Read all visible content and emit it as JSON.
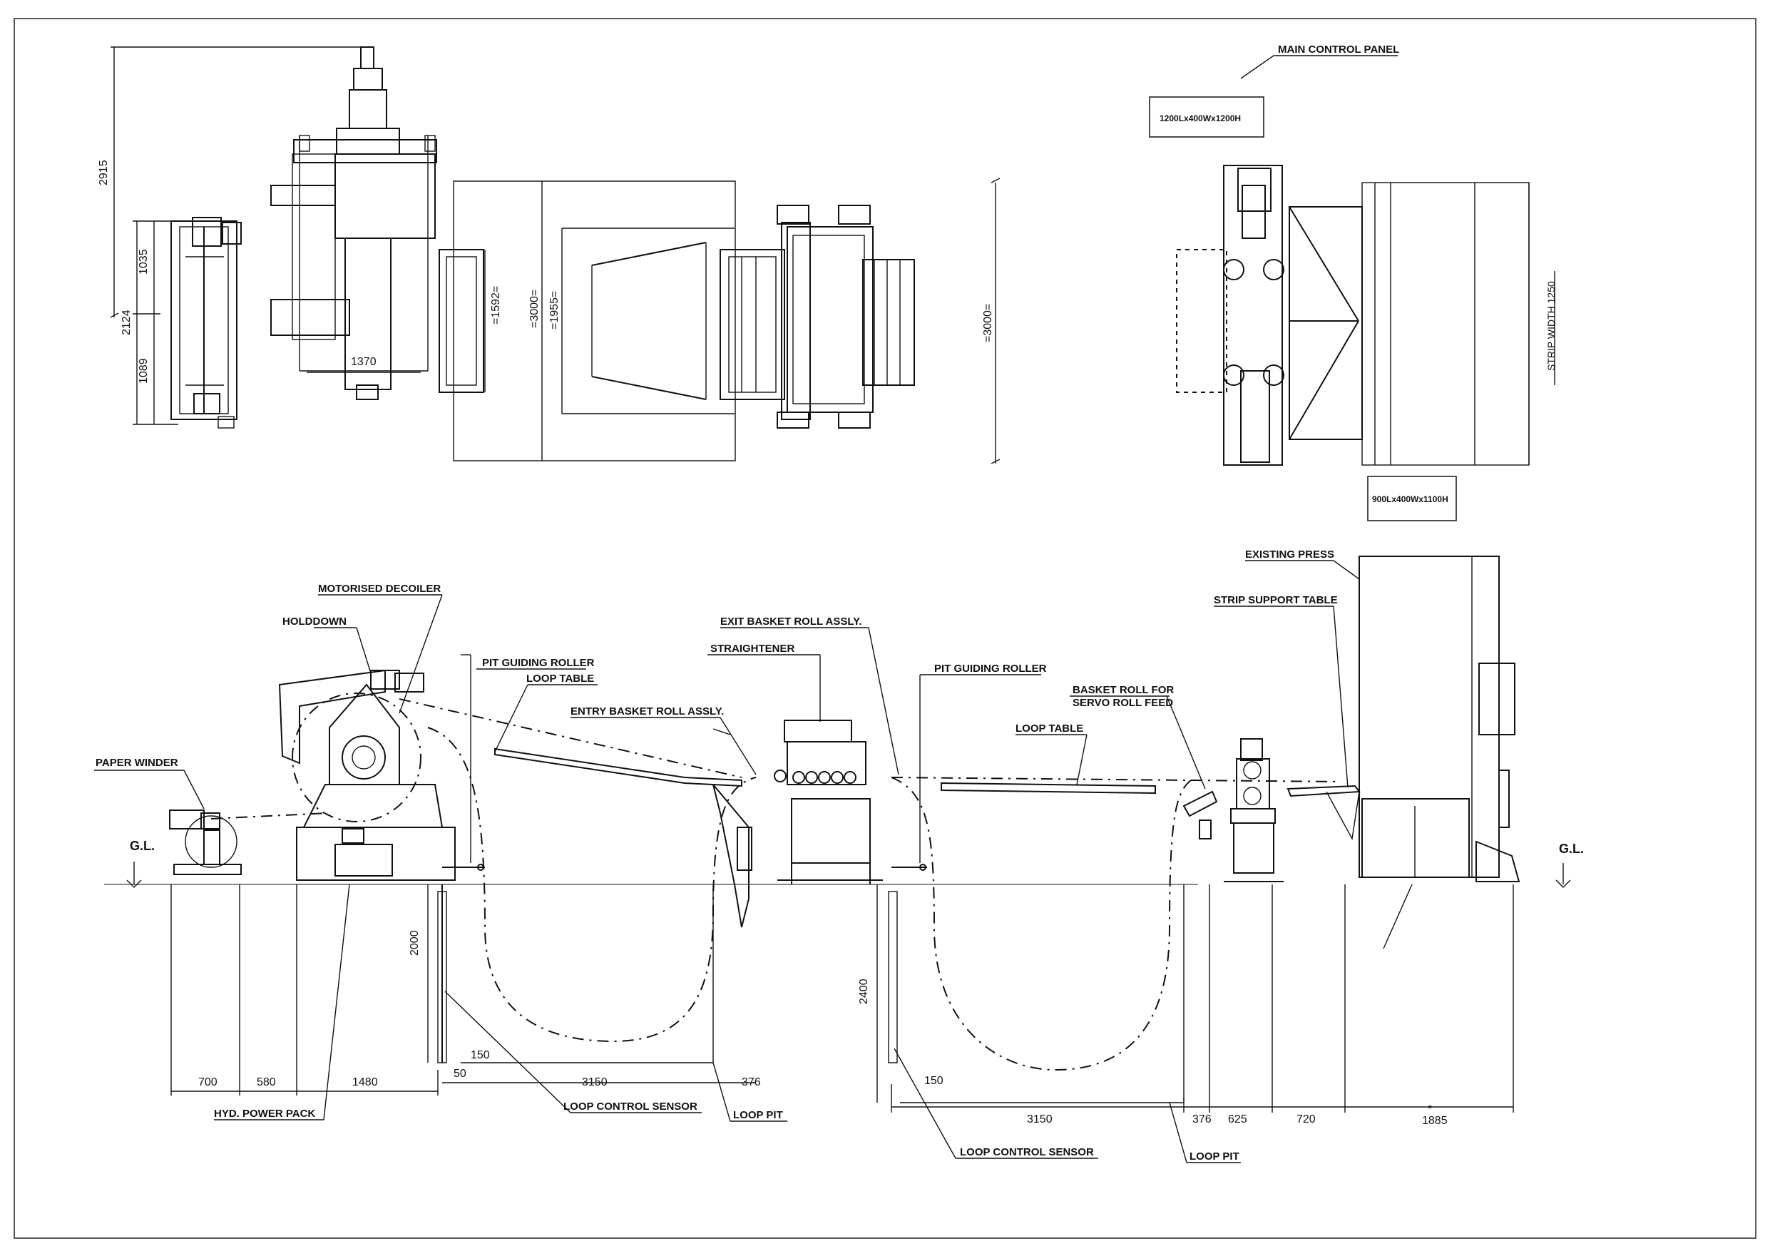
{
  "labels": {
    "main_control_panel": "MAIN CONTROL PANEL",
    "panel_size_1": "1200Lx400Wx1200H",
    "panel_size_2": "900Lx400Wx1100H",
    "strip_width": "STRIP WIDTH 1250",
    "existing_press": "EXISTING PRESS",
    "strip_support_table": "STRIP SUPPORT TABLE",
    "motorised_decoiler": "MOTORISED DECOILER",
    "holddown": "HOLDDOWN",
    "paper_winder": "PAPER WINDER",
    "pit_guiding_roller_1": "PIT GUIDING ROLLER",
    "pit_guiding_roller_2": "PIT GUIDING ROLLER",
    "loop_table_1": "LOOP TABLE",
    "loop_table_2": "LOOP TABLE",
    "entry_basket": "ENTRY BASKET ROLL ASSLY.",
    "exit_basket": "EXIT BASKET ROLL ASSLY.",
    "straightener": "STRAIGHTENER",
    "basket_servo_1": "BASKET ROLL FOR",
    "basket_servo_2": "SERVO ROLL FEED",
    "gl_left": "G.L.",
    "gl_right": "G.L.",
    "hyd_power_pack": "HYD. POWER PACK",
    "loop_control_sensor_1": "LOOP CONTROL SENSOR",
    "loop_control_sensor_2": "LOOP CONTROL SENSOR",
    "loop_pit_1": "LOOP PIT",
    "loop_pit_2": "LOOP PIT",
    "asterisk": "*"
  },
  "dimensions": {
    "d2915": "2915",
    "d1035": "1035",
    "d2124": "2124",
    "d1089": "1089",
    "d1370": "1370",
    "d1592": "=1592=",
    "d3000a": "=3000=",
    "d1955": "=1955=",
    "d3000b": "=3000=",
    "d2000": "2000",
    "d2400": "2400",
    "b700": "700",
    "b580": "580",
    "b1480": "1480",
    "b50": "50",
    "b150a": "150",
    "b3150a": "3150",
    "b376a": "376",
    "b150b": "150",
    "b3150b": "3150",
    "b376b": "376",
    "b625": "625",
    "b720": "720",
    "b1885": "1885"
  }
}
